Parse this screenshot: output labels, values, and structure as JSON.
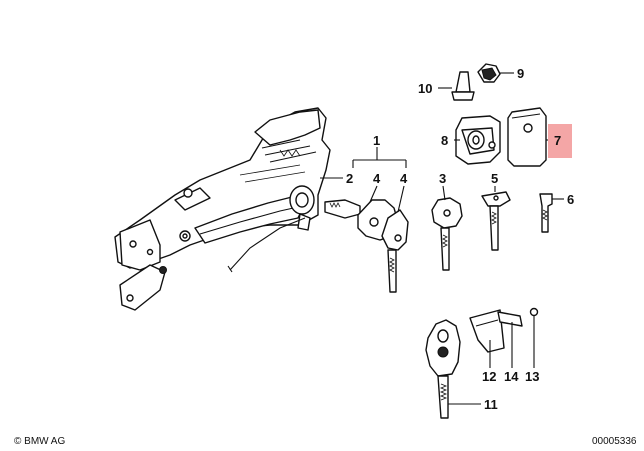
{
  "callouts": {
    "c1": "1",
    "c2": "2",
    "c3": "3",
    "c4a": "4",
    "c4b": "4",
    "c5": "5",
    "c6": "6",
    "c7": "7",
    "c8": "8",
    "c9": "9",
    "c10": "10",
    "c11": "11",
    "c12": "12",
    "c13": "13",
    "c14": "14"
  },
  "highlight_color": "#f4a6a6",
  "footer": {
    "copyright": "© BMW AG",
    "diagram_number": "00005336"
  }
}
